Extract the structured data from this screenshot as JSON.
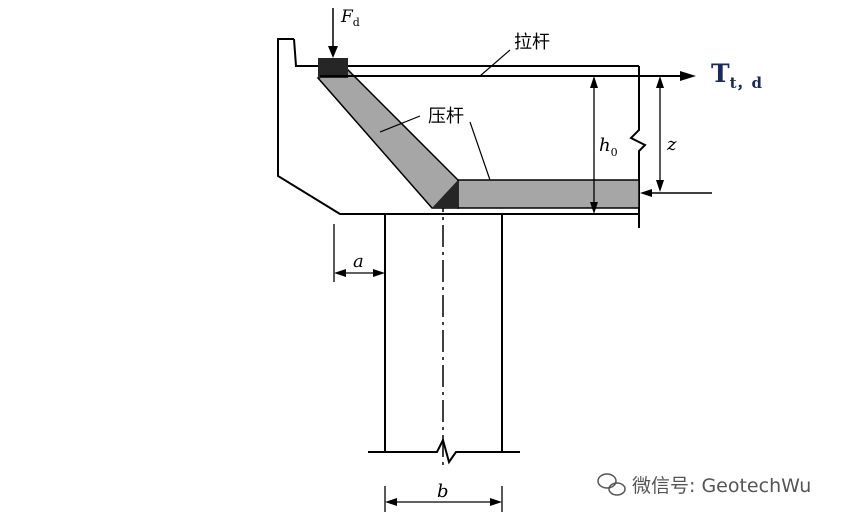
{
  "diagram": {
    "load_label": {
      "main": "F",
      "sub": "d"
    },
    "tie_label": "拉杆",
    "strut_label": "压杆",
    "tension_label": {
      "main": "T",
      "sub": "t，d"
    },
    "depth_label": {
      "main": "h",
      "sub": "0"
    },
    "lever_arm_label": "z",
    "offset_label": "a",
    "column_width_label": "b"
  },
  "watermark": {
    "icon": "wechat-icon",
    "text": "微信号: GeotechWu"
  },
  "colors": {
    "line": "#000000",
    "member_fill": "#a6a6a6",
    "node_fill": "#262626",
    "tension_text": "#1a2a5a",
    "watermark": "#555555"
  }
}
